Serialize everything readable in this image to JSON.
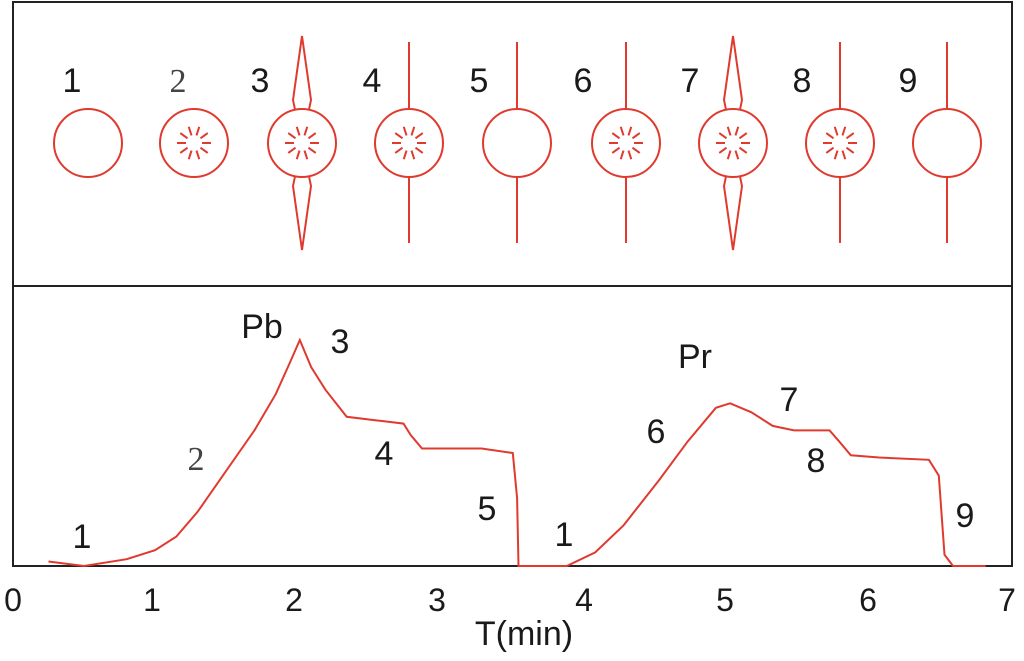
{
  "colors": {
    "drop": "#e03a2f",
    "curve": "#e03a2f",
    "frame": "#222222"
  },
  "top_panel": {
    "drop_labels": [
      "1",
      "2",
      "3",
      "4",
      "5",
      "6",
      "7",
      "8",
      "9"
    ],
    "drops": [
      {
        "shape": "plain",
        "rays": false,
        "spike": "none"
      },
      {
        "shape": "dotted",
        "rays": true,
        "spike": "none"
      },
      {
        "shape": "dotted",
        "rays": true,
        "spike": "diamond"
      },
      {
        "shape": "dotted",
        "rays": true,
        "spike": "line"
      },
      {
        "shape": "plain",
        "rays": false,
        "spike": "line"
      },
      {
        "shape": "dotted",
        "rays": true,
        "spike": "line"
      },
      {
        "shape": "dotted",
        "rays": true,
        "spike": "diamond"
      },
      {
        "shape": "dotted",
        "rays": true,
        "spike": "line"
      },
      {
        "shape": "plain",
        "rays": false,
        "spike": "line"
      }
    ]
  },
  "bottom_panel": {
    "x_axis": {
      "title": "T(min)",
      "ticks": [
        "0",
        "1",
        "2",
        "3",
        "4",
        "5",
        "6",
        "7"
      ],
      "range": [
        0,
        7
      ]
    },
    "peak_labels": [
      "Pb",
      "Pr"
    ],
    "stage_labels": [
      "1",
      "2",
      "3",
      "4",
      "5",
      "1",
      "6",
      "7",
      "8",
      "9"
    ],
    "curve": [
      [
        0.25,
        0.02
      ],
      [
        0.5,
        0.0
      ],
      [
        0.8,
        0.03
      ],
      [
        1.0,
        0.07
      ],
      [
        1.15,
        0.13
      ],
      [
        1.3,
        0.24
      ],
      [
        1.5,
        0.42
      ],
      [
        1.7,
        0.6
      ],
      [
        1.85,
        0.76
      ],
      [
        1.95,
        0.9
      ],
      [
        2.02,
        1.0
      ],
      [
        2.1,
        0.88
      ],
      [
        2.2,
        0.78
      ],
      [
        2.35,
        0.66
      ],
      [
        2.55,
        0.645
      ],
      [
        2.75,
        0.63
      ],
      [
        2.8,
        0.58
      ],
      [
        2.88,
        0.52
      ],
      [
        3.0,
        0.52
      ],
      [
        3.3,
        0.52
      ],
      [
        3.52,
        0.5
      ],
      [
        3.55,
        0.3
      ],
      [
        3.56,
        0.0
      ],
      [
        3.9,
        0.0
      ],
      [
        4.1,
        0.06
      ],
      [
        4.3,
        0.18
      ],
      [
        4.55,
        0.38
      ],
      [
        4.75,
        0.55
      ],
      [
        4.95,
        0.7
      ],
      [
        5.05,
        0.72
      ],
      [
        5.2,
        0.68
      ],
      [
        5.35,
        0.62
      ],
      [
        5.5,
        0.6
      ],
      [
        5.75,
        0.6
      ],
      [
        5.82,
        0.55
      ],
      [
        5.9,
        0.49
      ],
      [
        6.1,
        0.48
      ],
      [
        6.45,
        0.47
      ],
      [
        6.52,
        0.4
      ],
      [
        6.56,
        0.05
      ],
      [
        6.62,
        0.0
      ],
      [
        6.85,
        0.0
      ]
    ]
  }
}
